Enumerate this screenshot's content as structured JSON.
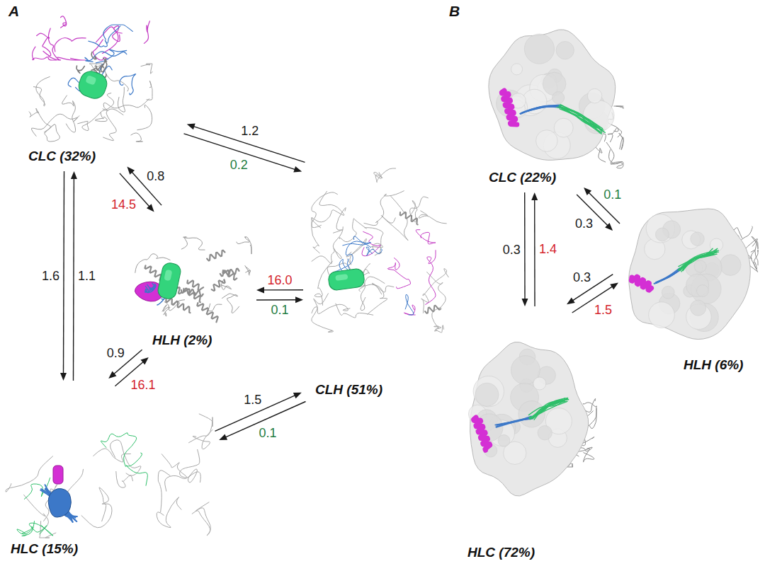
{
  "diagram": {
    "nodes": [
      {
        "text": [
          "CLC (32%)"
        ]
      },
      {
        "text": [
          "HLH (2%)"
        ]
      },
      {
        "text": [
          "CLH (51%)"
        ]
      },
      {
        "text": [
          "HLC (15%)"
        ]
      },
      {
        "text": [
          "CLC (22%)"
        ]
      },
      {
        "text": [
          "HLH (6%)"
        ]
      },
      {
        "text": [
          "HLC (72%)"
        ]
      }
    ],
    "edges": [
      {
        "from": 2,
        "to": 0,
        "arrow": "to",
        "label": "1.2"
      },
      {
        "from": 0,
        "to": 2,
        "arrow": "to",
        "label": "0.2"
      },
      {
        "from": 1,
        "to": 0,
        "arrow": "to",
        "label": "0.8"
      },
      {
        "from": 0,
        "to": 1,
        "arrow": "to",
        "label": "14.5"
      },
      {
        "from": 2,
        "to": 1,
        "arrow": "to",
        "label": "16.0"
      },
      {
        "from": 1,
        "to": 2,
        "arrow": "to",
        "label": "0.1"
      },
      {
        "from": 0,
        "to": 3,
        "arrow": "to",
        "label": "1.6"
      },
      {
        "from": 3,
        "to": 0,
        "arrow": "to",
        "label": "1.1"
      },
      {
        "from": 1,
        "to": 3,
        "arrow": "to",
        "label": "0.9"
      },
      {
        "from": 3,
        "to": 1,
        "arrow": "to",
        "label": "16.1"
      },
      {
        "from": 3,
        "to": 2,
        "arrow": "to",
        "label": "1.5"
      },
      {
        "from": 2,
        "to": 3,
        "arrow": "to",
        "label": "0.1"
      },
      {
        "from": 4,
        "to": 6,
        "arrow": "to",
        "label": "0.3"
      },
      {
        "from": 6,
        "to": 4,
        "arrow": "to",
        "label": "1.4"
      },
      {
        "from": 5,
        "to": 4,
        "arrow": "to",
        "label": "0.1"
      },
      {
        "from": 4,
        "to": 5,
        "arrow": "to",
        "label": "0.3"
      },
      {
        "from": 5,
        "to": 6,
        "arrow": "to",
        "label": "0.3"
      },
      {
        "from": 6,
        "to": 5,
        "arrow": "to",
        "label": "1.5"
      }
    ],
    "labels": [
      "A",
      "B"
    ]
  }
}
